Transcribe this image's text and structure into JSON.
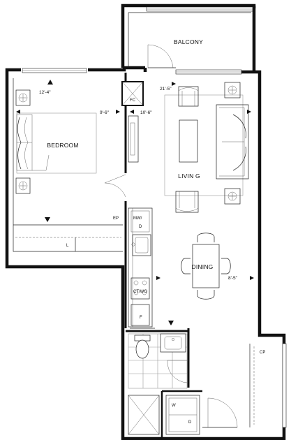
{
  "rooms": {
    "balcony": "BALCONY",
    "bedroom": "BEDROOM",
    "living": "LIVIN G",
    "dining": "DINING"
  },
  "dimensions": {
    "bedroom_width": "12'-4\"",
    "bedroom_depth": "9'-6\"",
    "bedroom_depth_2": "10'-6\"",
    "living_width": "21'-5\"",
    "dining_length": "8'-5\""
  },
  "fixtures": {
    "fan_coil": "FC",
    "electrical_panel": "EP",
    "linen": "L",
    "microwave_dishwasher": "MW/\nD",
    "microwave_label": "MW/",
    "dishwasher_label": "D",
    "cooktop_wall_oven": "CT/WO",
    "fridge": "F",
    "closet": "CP",
    "washer": "W",
    "dryer": "D"
  },
  "colors": {
    "wall": "#111111",
    "line": "#222222",
    "furniture": "#555555",
    "background": "#ffffff"
  }
}
